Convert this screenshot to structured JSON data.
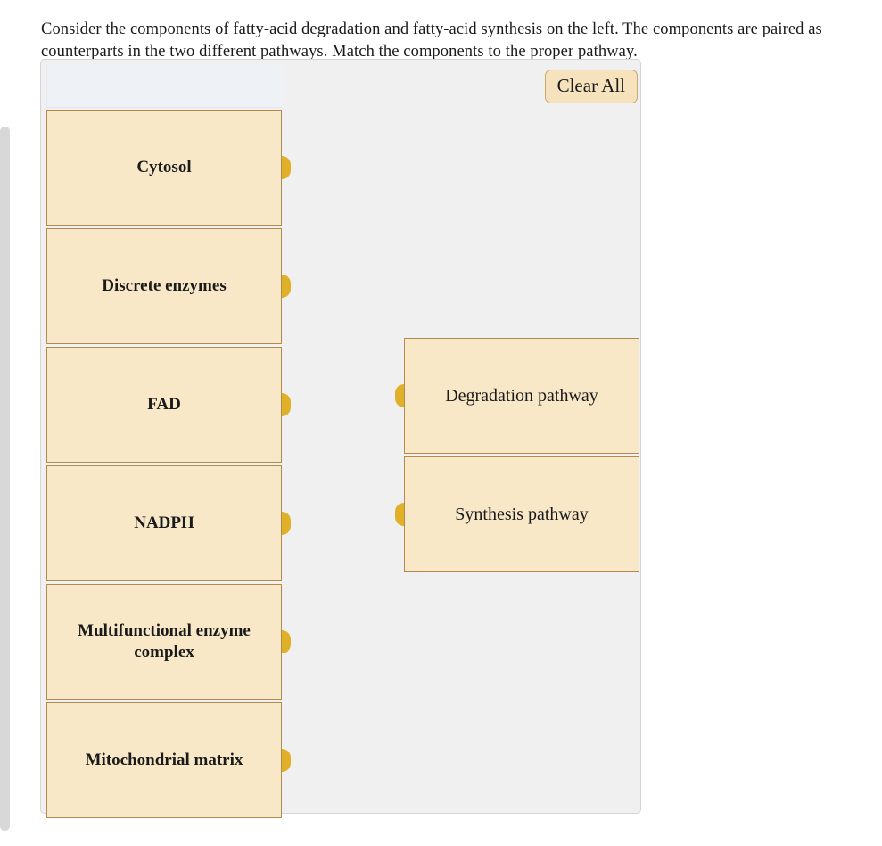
{
  "prompt": {
    "text": "Consider the components of fatty-acid degradation and fatty-acid synthesis on the left. The components are paired as counterparts in the two different pathways. Match the components to the proper pathway."
  },
  "panel": {
    "clear_all_label": "Clear All"
  },
  "left_column": {
    "cards": [
      {
        "label": "Cytosol"
      },
      {
        "label": "Discrete enzymes"
      },
      {
        "label": "FAD"
      },
      {
        "label": "NADPH"
      },
      {
        "label": "Multifunctional enzyme complex"
      },
      {
        "label": "Mitochondrial matrix"
      }
    ]
  },
  "right_column": {
    "cards": [
      {
        "label": "Degradation pathway"
      },
      {
        "label": "Synthesis pathway"
      }
    ]
  },
  "colors": {
    "card_fill": "#f9e8c8",
    "card_border": "#b08a4e",
    "connector": "#e0b029",
    "panel_bg": "#f0f0f0",
    "panel_border": "#d5d5d5",
    "button_fill": "#f6e3bd",
    "button_border": "#c9a96a",
    "text": "#1a1a1a"
  }
}
